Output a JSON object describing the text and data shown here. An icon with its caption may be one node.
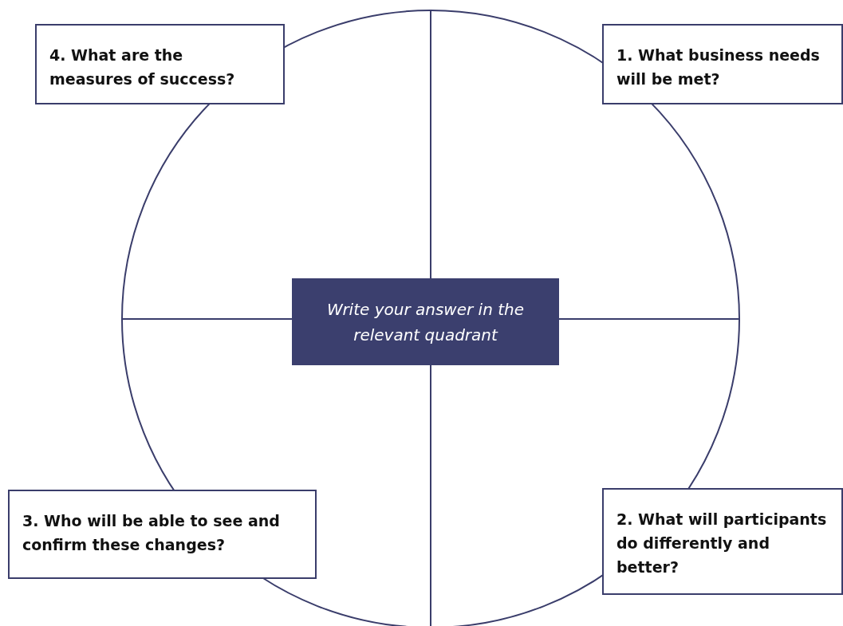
{
  "diagram": {
    "nodes": [
      {
        "text": [],
        "shape": "circle"
      },
      {
        "text": [
          "4. What are the measures of success?"
        ]
      },
      {
        "text": [
          "1. What business needs will be met?"
        ]
      },
      {
        "text": [
          "Write your answer in the relevant quadrant"
        ],
        "in": 0
      },
      {
        "text": [
          "3. Who will be able to see and confirm these changes?"
        ]
      },
      {
        "text": [
          "2. What will participants do differently and better?"
        ]
      }
    ],
    "edges": []
  }
}
